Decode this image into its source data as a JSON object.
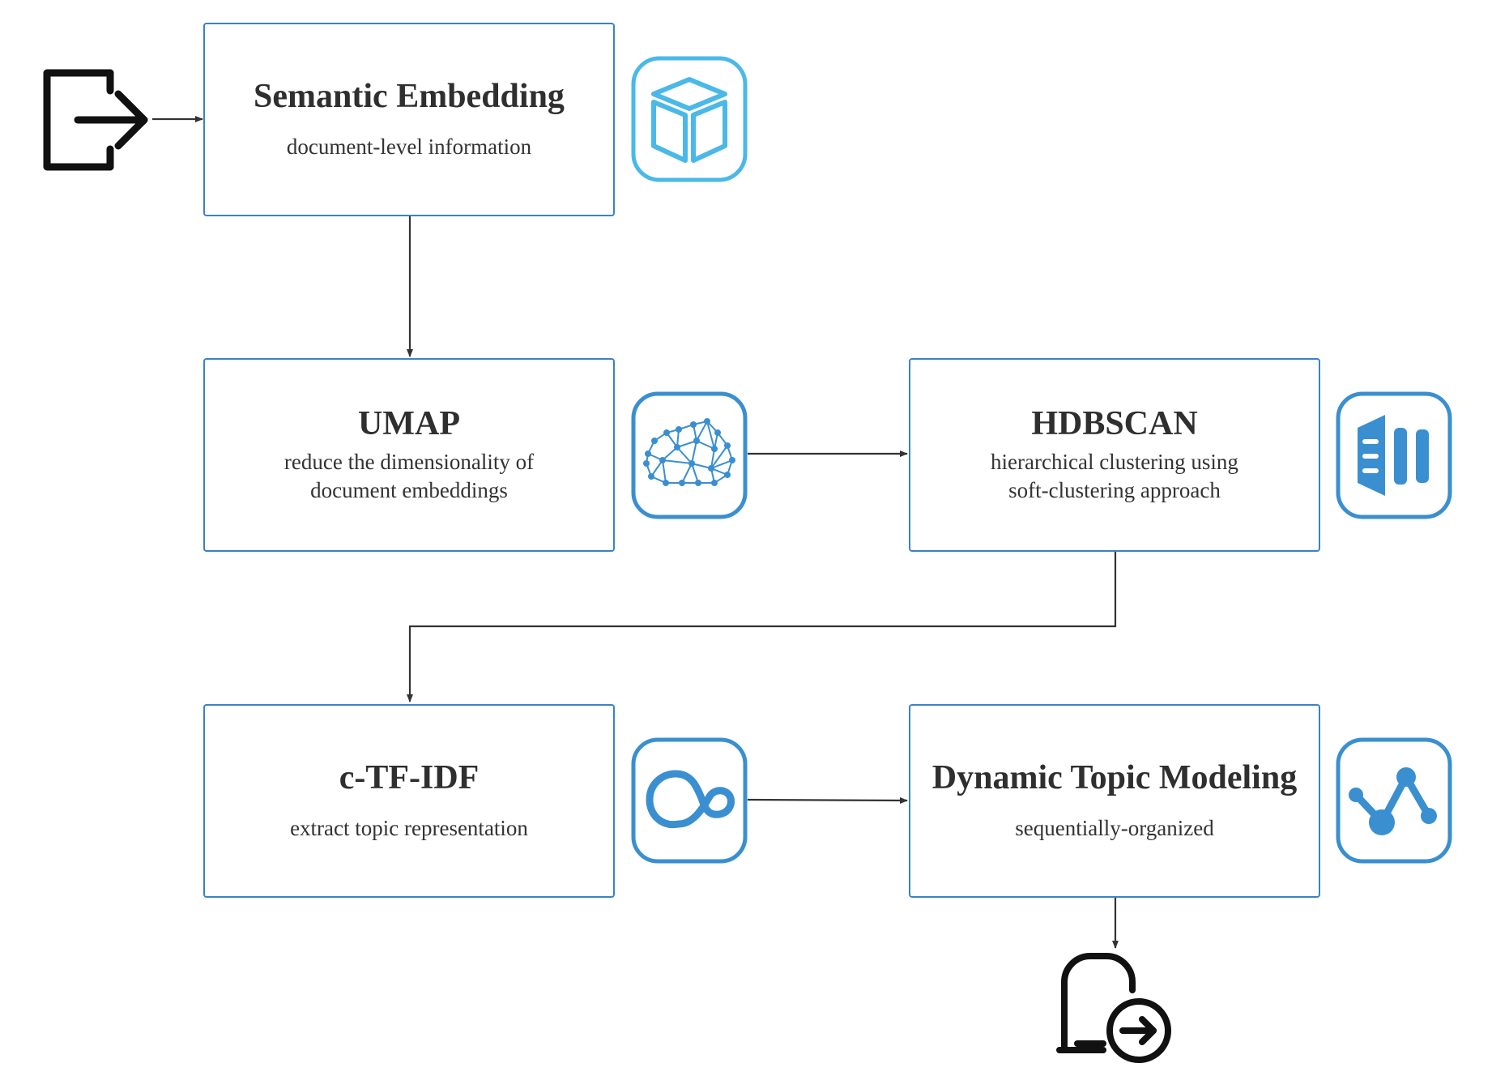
{
  "nodes": {
    "semantic_embedding": {
      "title": "Semantic Embedding",
      "subtitle": "document-level information"
    },
    "umap": {
      "title": "UMAP",
      "subtitle_lines": [
        "reduce the dimensionality of",
        "document embeddings"
      ]
    },
    "hdbscan": {
      "title": "HDBSCAN",
      "subtitle_lines": [
        "hierarchical clustering using",
        "soft-clustering approach"
      ]
    },
    "ctfidf": {
      "title": "c-TF-IDF",
      "subtitle": "extract topic representation"
    },
    "dynamic_topic_modeling": {
      "title": "Dynamic Topic Modeling",
      "subtitle": "sequentially-organized"
    }
  },
  "icons": {
    "input": "sign-in-icon",
    "output": "exit-icon",
    "semantic_embedding": "cube-icon",
    "umap": "neural-cloud-icon",
    "hdbscan": "cluster-bars-icon",
    "ctfidf": "loop-icon",
    "dynamic_topic_modeling": "graph-nodes-icon"
  },
  "edges": [
    {
      "from": "input",
      "to": "semantic_embedding"
    },
    {
      "from": "semantic_embedding",
      "to": "umap"
    },
    {
      "from": "umap",
      "to": "hdbscan"
    },
    {
      "from": "hdbscan",
      "to": "ctfidf"
    },
    {
      "from": "ctfidf",
      "to": "dynamic_topic_modeling"
    },
    {
      "from": "dynamic_topic_modeling",
      "to": "output"
    }
  ],
  "colors": {
    "box_border": "#3a82c8",
    "icon_light_blue": "#4ab8e8",
    "icon_blue": "#3a8fd0",
    "arrow": "#333333",
    "io_icon": "#111111"
  }
}
